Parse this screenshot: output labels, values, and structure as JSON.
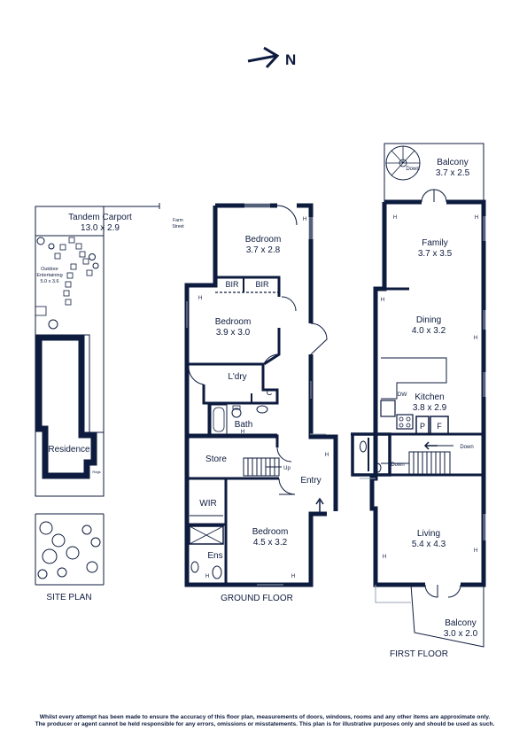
{
  "compass": {
    "label": "N"
  },
  "site_plan": {
    "carport_title": "Tandem Carport",
    "carport_dims": "13.0 x 2.9",
    "street_line1": "Farm",
    "street_line2": "Street",
    "outdoor_line1": "Outdoor",
    "outdoor_line2": "Entertaining",
    "outdoor_dims": "5.0 x 3.6",
    "residence": "Residence",
    "small_label": "Rdgs",
    "caption": "SITE PLAN"
  },
  "ground_floor": {
    "bedroom1": "Bedroom",
    "bedroom1_dims": "3.7 x 2.8",
    "bir1": "BIR",
    "bir2": "BIR",
    "bedroom2": "Bedroom",
    "bedroom2_dims": "3.9 x 3.0",
    "laundry": "L'dry",
    "cupboard": "C",
    "bath": "Bath",
    "store": "Store",
    "up": "Up",
    "entry": "Entry",
    "wir": "WIR",
    "bedroom3": "Bedroom",
    "bedroom3_dims": "4.5 x 3.2",
    "ensuite": "Ens",
    "heater": "H",
    "caption": "GROUND FLOOR"
  },
  "first_floor": {
    "balcony1": "Balcony",
    "balcony1_dims": "3.7 x 2.5",
    "stair_down": "Down",
    "family": "Family",
    "family_dims": "3.7 x 3.5",
    "dining": "Dining",
    "dining_dims": "4.0 x 3.2",
    "dw": "DW",
    "kitchen": "Kitchen",
    "kitchen_dims": "3.8 x 2.9",
    "pantry": "P",
    "fridge": "F",
    "down1": "Down",
    "down2": "Down",
    "living": "Living",
    "living_dims": "5.4 x 4.3",
    "balcony2": "Balcony",
    "balcony2_dims": "3.0 x 2.0",
    "heater": "H",
    "caption": "FIRST FLOOR"
  },
  "disclaimer": {
    "line1": "Whilst every attempt has been made to ensure the accuracy of this floor plan, measurements of doors, windows, rooms and any other items are approximate only.",
    "line2": "The producer or agent cannot be held responsible for any errors, omissions or misstatements. This plan is for illustrative purposes only and should be used as such."
  },
  "colors": {
    "wall": "#0d1b3e",
    "window": "#9aa3b5",
    "background": "#ffffff"
  }
}
